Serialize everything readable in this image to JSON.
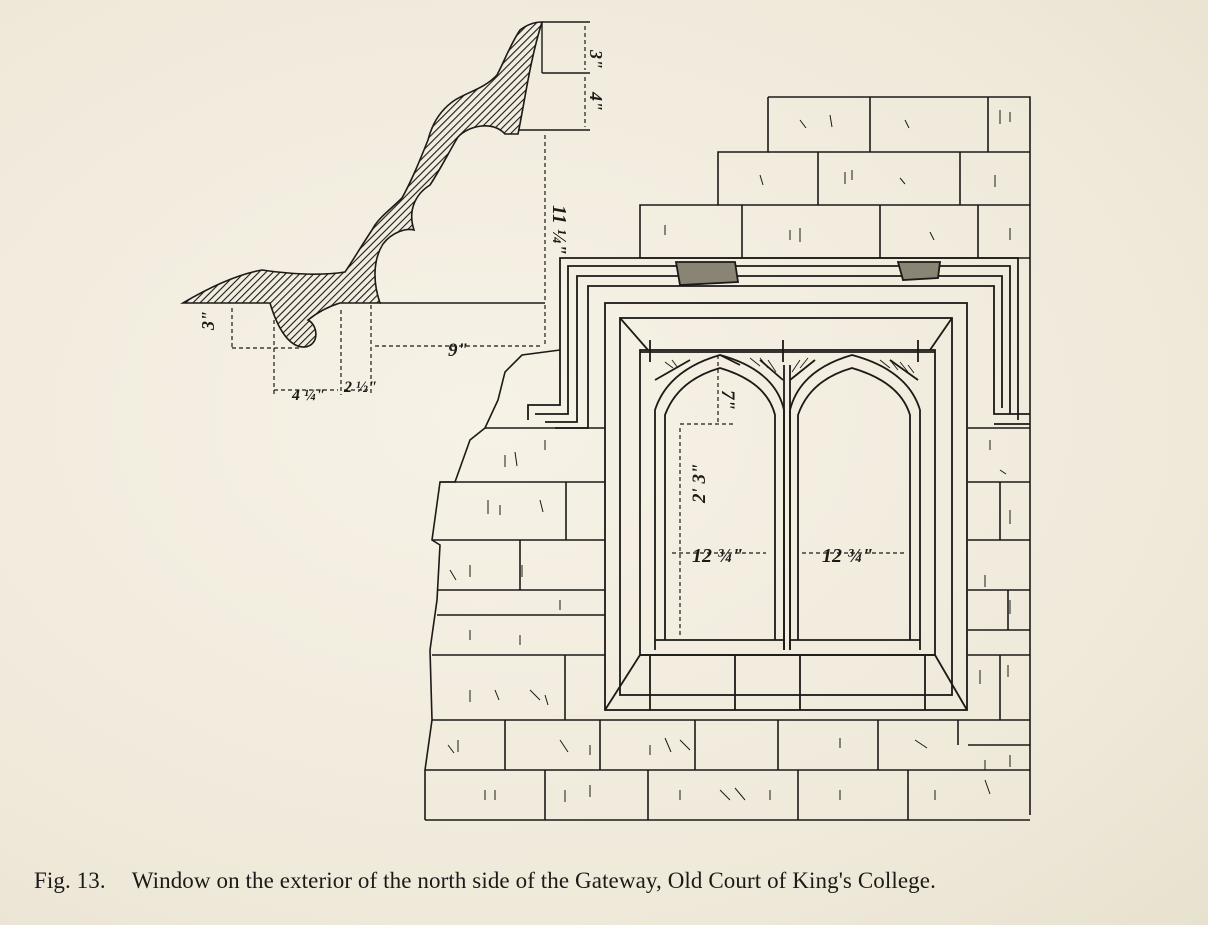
{
  "caption": {
    "label": "Fig. 13.",
    "text": "Window on the exterior of the north side of the Gateway, Old Court of King's College."
  },
  "dimensions": {
    "cornice_top": "3\"",
    "cornice_second": "4\"",
    "cornice_height": "11 ¼\"",
    "base_projection": "3\"",
    "span": "9\"",
    "left_width": "4 ¼\"",
    "small_width": "2 ½\"",
    "arch_drop": "7\"",
    "light_height": "2' 3\"",
    "light_width_left": "12 ¾\"",
    "light_width_right": "12 ¾\""
  },
  "colors": {
    "ink": "#1b1a17",
    "paper": "#f2ede0"
  }
}
